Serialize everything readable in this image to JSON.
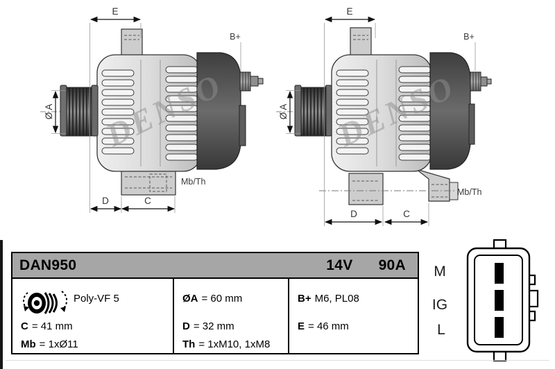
{
  "drawing": {
    "watermark": "DENSO",
    "dims": {
      "e": "E",
      "bplus": "B+",
      "oa": "Ø A",
      "d": "D",
      "c": "C",
      "mbth": "Mb/Th"
    }
  },
  "table": {
    "header": {
      "code": "DAN950",
      "voltage": "14V",
      "amperage": "90A"
    },
    "rows": [
      {
        "cells": [
          {
            "key": "",
            "value": "Poly-VF 5",
            "icon": "pulley"
          },
          {
            "key": "ØA",
            "value": "= 60 mm"
          },
          {
            "key": "B+",
            "value": "M6, PL08"
          }
        ]
      },
      {
        "cells": [
          {
            "key": "C",
            "value": "= 41 mm"
          },
          {
            "key": "D",
            "value": "= 32 mm"
          },
          {
            "key": "E",
            "value": "= 46 mm"
          }
        ]
      },
      {
        "cells": [
          {
            "key": "Mb",
            "value": "= 1xØ11"
          },
          {
            "key": "Th",
            "value": "= 1xM10, 1xM8"
          },
          {
            "key": "",
            "value": ""
          }
        ]
      }
    ]
  },
  "connector": {
    "pins": [
      "M",
      "IG",
      "L"
    ]
  },
  "colors": {
    "header_gray": "#a6a6a6",
    "watermark_gray": "#8f8f8f",
    "body_gray": "#d9d9d9",
    "housing_dark_gray": "#4a4a4a",
    "line_black": "#000000"
  }
}
